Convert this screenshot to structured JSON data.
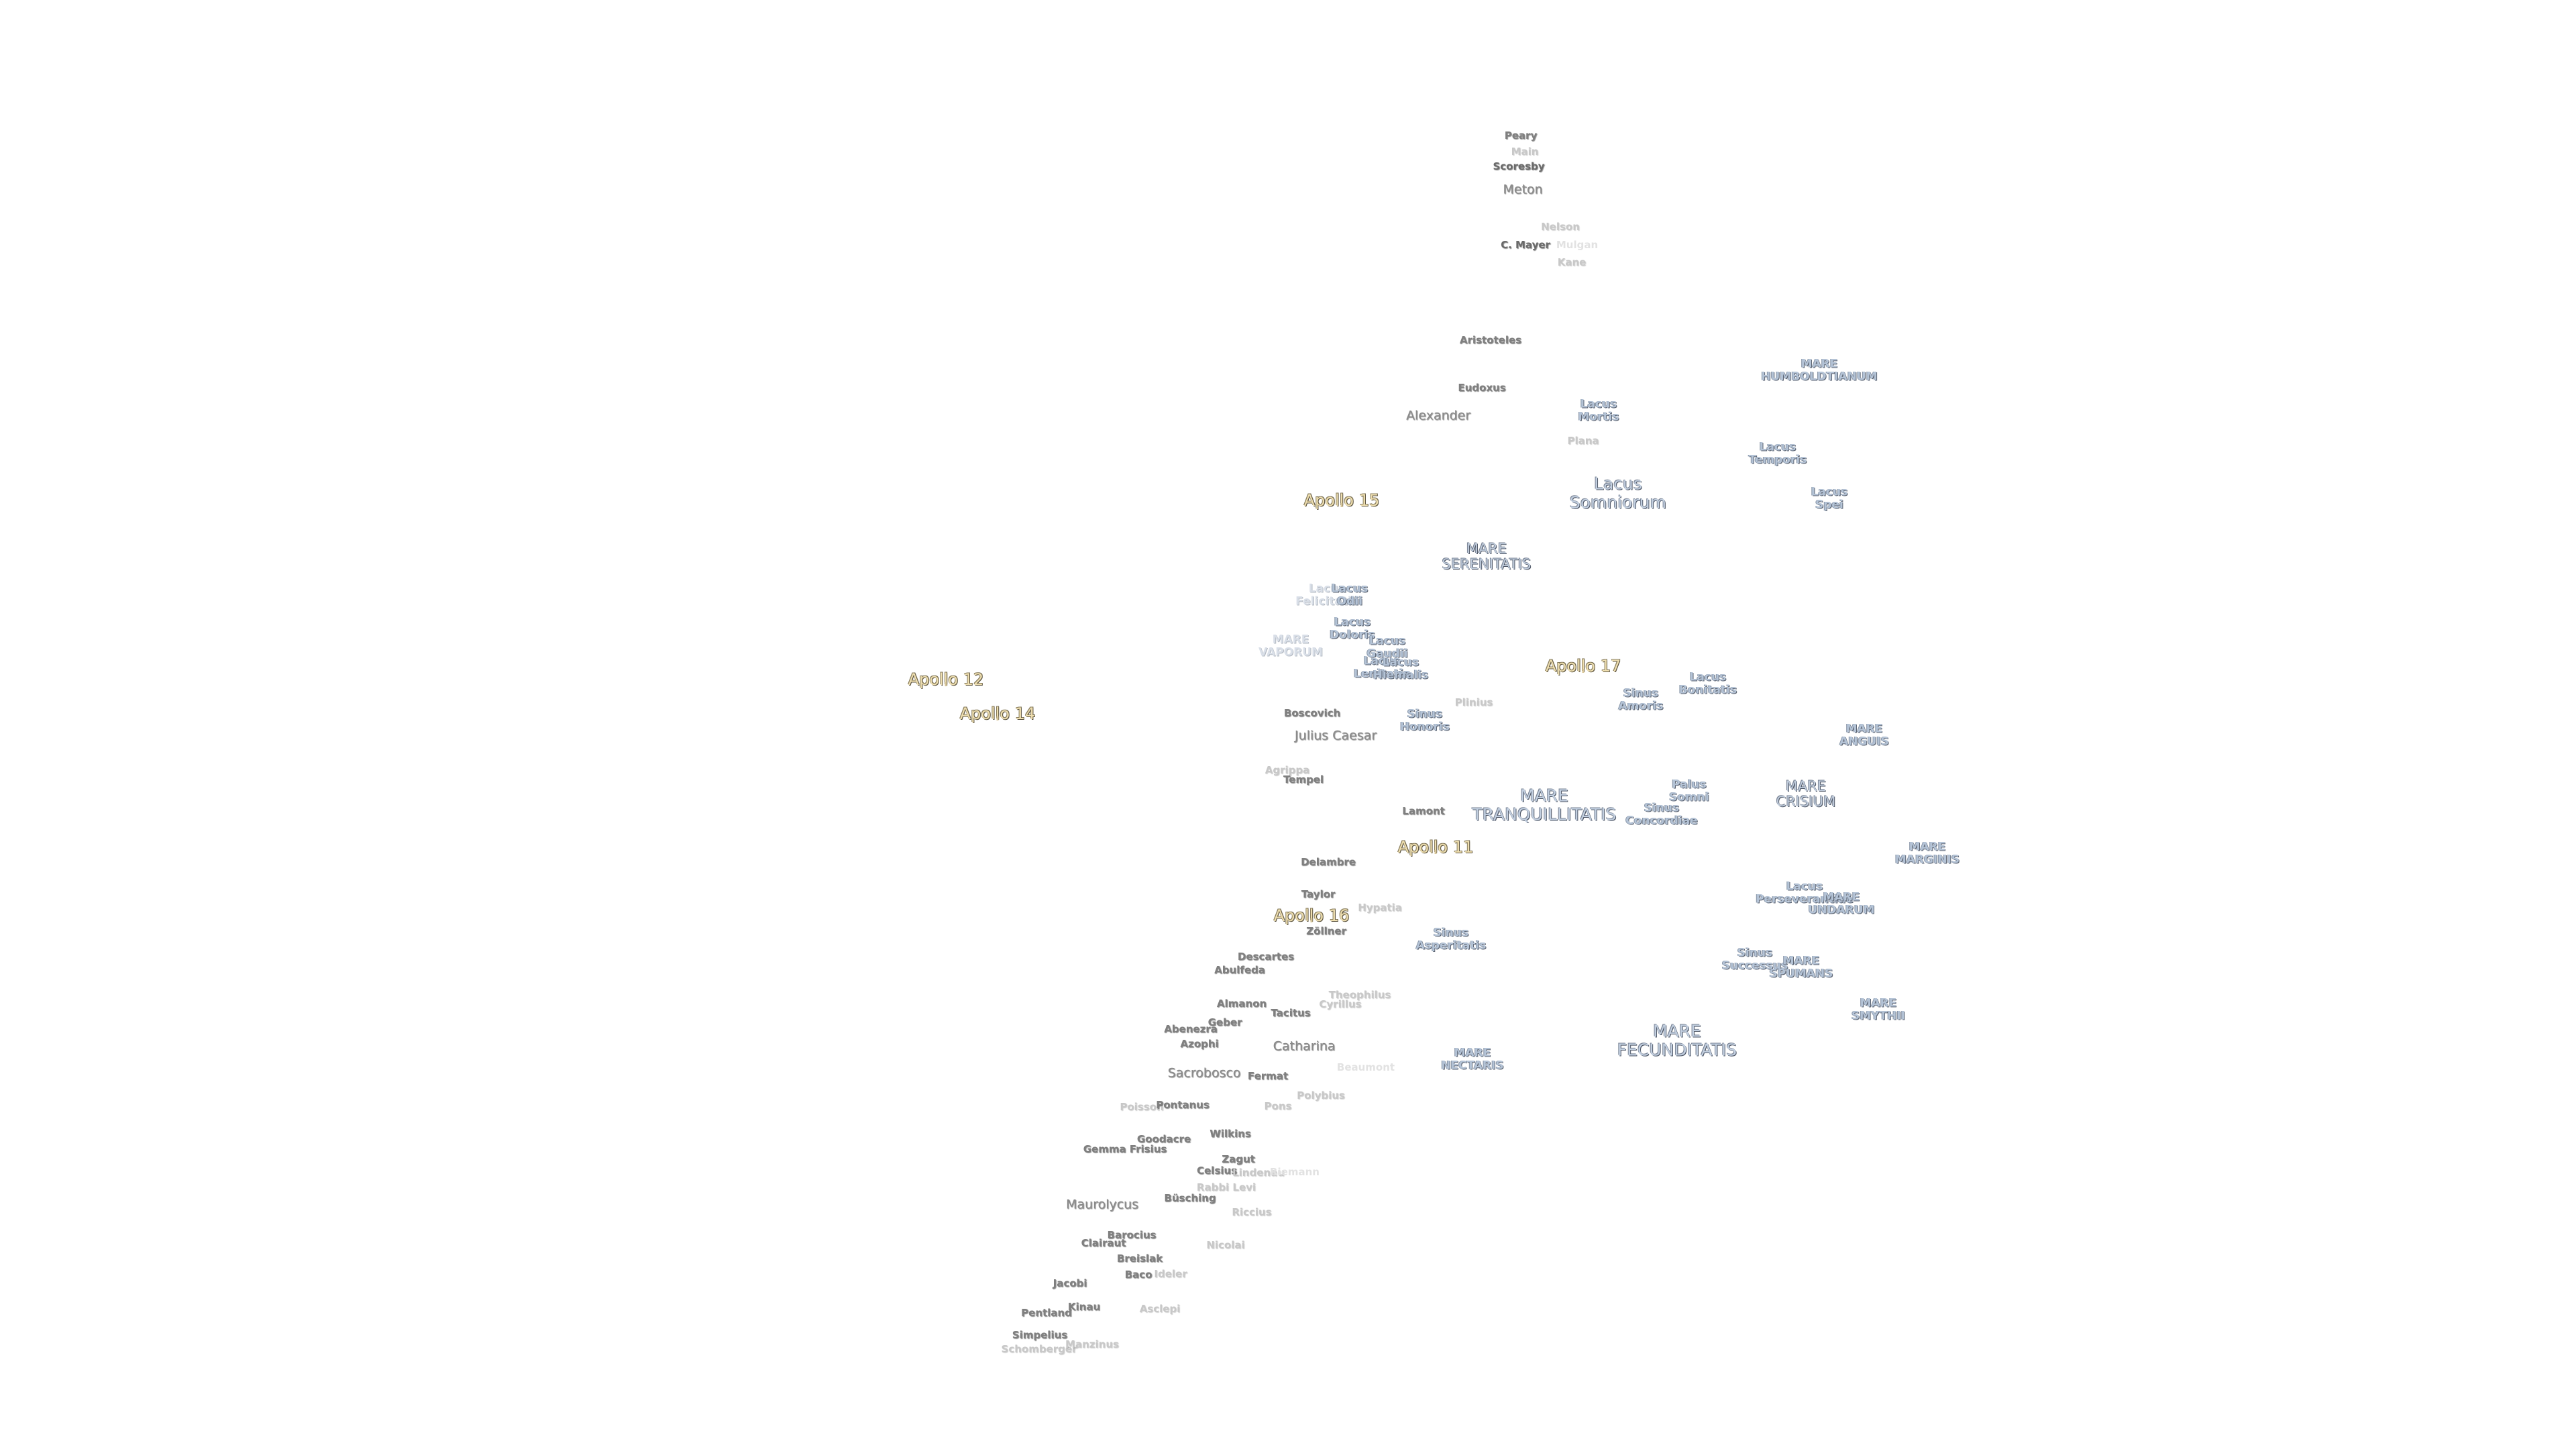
{
  "map": {
    "apollo_sites": [
      {
        "name": "Apollo 15"
      },
      {
        "name": "Apollo 17"
      },
      {
        "name": "Apollo 12"
      },
      {
        "name": "Apollo 14"
      },
      {
        "name": "Apollo 11"
      },
      {
        "name": "Apollo 16"
      }
    ],
    "maria": [
      {
        "name": "MARE\nHUMBOLDTIANUM"
      },
      {
        "name": "Lacus\nMortis"
      },
      {
        "name": "Lacus\nTemporis"
      },
      {
        "name": "Lacus\nSomniorum"
      },
      {
        "name": "Lacus\nSpei"
      },
      {
        "name": "MARE\nSERENITATIS"
      },
      {
        "name": "Lacus\nFelicitatis"
      },
      {
        "name": "Lacus\nOdii"
      },
      {
        "name": "Lacus\nDoloris"
      },
      {
        "name": "MARE\nVAPORUM"
      },
      {
        "name": "Lacus\nGaudii"
      },
      {
        "name": "Lacus\nLenitatis"
      },
      {
        "name": "Lacus\nHiemalis"
      },
      {
        "name": "Lacus\nBonitatis"
      },
      {
        "name": "Sinus\nAmoris"
      },
      {
        "name": "Sinus\nHonoris"
      },
      {
        "name": "MARE\nANGUIS"
      },
      {
        "name": "Palus\nSomni"
      },
      {
        "name": "MARE\nCRISIUM"
      },
      {
        "name": "MARE\nTRANQUILLITATIS"
      },
      {
        "name": "Sinus\nConcordiae"
      },
      {
        "name": "MARE\nMARGINIS"
      },
      {
        "name": "Lacus\nPerseverantiae"
      },
      {
        "name": "MARE\nUNDARUM"
      },
      {
        "name": "Sinus\nAsperitatis"
      },
      {
        "name": "Sinus\nSuccessus"
      },
      {
        "name": "MARE\nSPUMANS"
      },
      {
        "name": "MARE\nSMYTHII"
      },
      {
        "name": "MARE\nFECUNDITATIS"
      },
      {
        "name": "MARE\nNECTARIS"
      }
    ],
    "craters": [
      {
        "name": "Peary"
      },
      {
        "name": "Main"
      },
      {
        "name": "Scoresby"
      },
      {
        "name": "Meton"
      },
      {
        "name": "Nelson"
      },
      {
        "name": "C. Mayer"
      },
      {
        "name": "Mulgan"
      },
      {
        "name": "Kane"
      },
      {
        "name": "Aristoteles"
      },
      {
        "name": "Eudoxus"
      },
      {
        "name": "Alexander"
      },
      {
        "name": "Plana"
      },
      {
        "name": "Boscovich"
      },
      {
        "name": "Julius Caesar"
      },
      {
        "name": "Plinius"
      },
      {
        "name": "Agrippa"
      },
      {
        "name": "Tempel"
      },
      {
        "name": "Lamont"
      },
      {
        "name": "Delambre"
      },
      {
        "name": "Taylor"
      },
      {
        "name": "Hypatia"
      },
      {
        "name": "Zöllner"
      },
      {
        "name": "Descartes"
      },
      {
        "name": "Abulfeda"
      },
      {
        "name": "Theophilus"
      },
      {
        "name": "Cyrillus"
      },
      {
        "name": "Almanon"
      },
      {
        "name": "Tacitus"
      },
      {
        "name": "Geber"
      },
      {
        "name": "Abenezra"
      },
      {
        "name": "Azophi"
      },
      {
        "name": "Catharina"
      },
      {
        "name": "Beaumont"
      },
      {
        "name": "Sacrobosco"
      },
      {
        "name": "Fermat"
      },
      {
        "name": "Polybius"
      },
      {
        "name": "Poisson"
      },
      {
        "name": "Pontanus"
      },
      {
        "name": "Pons"
      },
      {
        "name": "Wilkins"
      },
      {
        "name": "Goodacre"
      },
      {
        "name": "Gemma Frisius"
      },
      {
        "name": "Zagut"
      },
      {
        "name": "Celsius"
      },
      {
        "name": "Lindenau"
      },
      {
        "name": "Riemann"
      },
      {
        "name": "Rabbi Levi"
      },
      {
        "name": "Büsching"
      },
      {
        "name": "Maurolycus"
      },
      {
        "name": "Riccius"
      },
      {
        "name": "Barocius"
      },
      {
        "name": "Clairaut"
      },
      {
        "name": "Nicolai"
      },
      {
        "name": "Breislak"
      },
      {
        "name": "Baco"
      },
      {
        "name": "Ideler"
      },
      {
        "name": "Jacobi"
      },
      {
        "name": "Kinau"
      },
      {
        "name": "Pentland"
      },
      {
        "name": "Asclepi"
      },
      {
        "name": "Simpelius"
      },
      {
        "name": "Schomberger"
      },
      {
        "name": "Manzinus"
      }
    ]
  }
}
